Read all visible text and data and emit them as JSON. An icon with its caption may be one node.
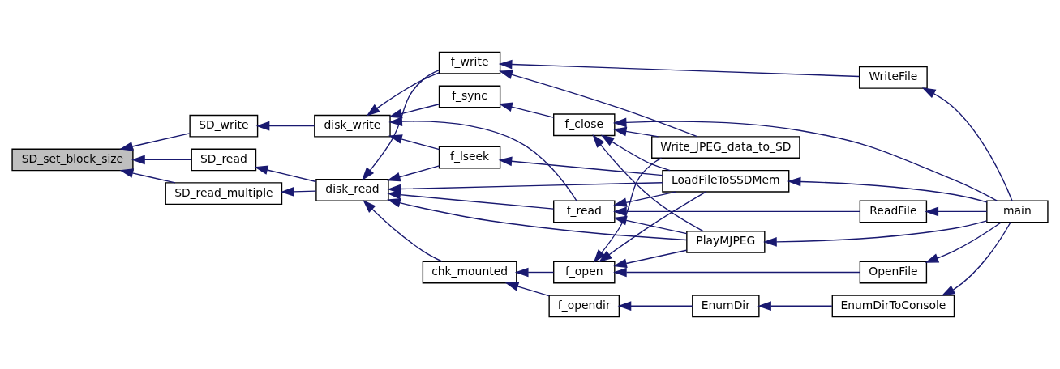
{
  "diagram": {
    "nodes": [
      {
        "text": [
          "SD_set_block_size"
        ]
      },
      {
        "text": [
          "SD_read_multiple"
        ]
      },
      {
        "text": [
          "SD_read"
        ]
      },
      {
        "text": [
          "SD_write"
        ]
      },
      {
        "text": [
          "disk_read"
        ]
      },
      {
        "text": [
          "disk_write"
        ]
      },
      {
        "text": [
          "chk_mounted"
        ]
      },
      {
        "text": [
          "f_lseek"
        ]
      },
      {
        "text": [
          "f_sync"
        ]
      },
      {
        "text": [
          "f_write"
        ]
      },
      {
        "text": [
          "f_opendir"
        ]
      },
      {
        "text": [
          "f_open"
        ]
      },
      {
        "text": [
          "f_read"
        ]
      },
      {
        "text": [
          "f_close"
        ]
      },
      {
        "text": [
          "EnumDir"
        ]
      },
      {
        "text": [
          "PlayMJPEG"
        ]
      },
      {
        "text": [
          "LoadFileToSSDMem"
        ]
      },
      {
        "text": [
          "Write_JPEG_data_to_SD"
        ]
      },
      {
        "text": [
          "EnumDirToConsole"
        ]
      },
      {
        "text": [
          "OpenFile"
        ]
      },
      {
        "text": [
          "ReadFile"
        ]
      },
      {
        "text": [
          "WriteFile"
        ]
      },
      {
        "text": [
          "main"
        ]
      }
    ],
    "edges": [
      {
        "from": 1,
        "to": 0,
        "arrow": "to"
      },
      {
        "from": 2,
        "to": 0,
        "arrow": "to"
      },
      {
        "from": 3,
        "to": 0,
        "arrow": "to"
      },
      {
        "from": 4,
        "to": 1,
        "arrow": "to"
      },
      {
        "from": 4,
        "to": 2,
        "arrow": "to"
      },
      {
        "from": 5,
        "to": 3,
        "arrow": "to"
      },
      {
        "from": 6,
        "to": 4,
        "arrow": "to"
      },
      {
        "from": 7,
        "to": 4,
        "arrow": "to"
      },
      {
        "from": 12,
        "to": 4,
        "arrow": "to"
      },
      {
        "from": 15,
        "to": 4,
        "arrow": "to"
      },
      {
        "from": 16,
        "to": 4,
        "arrow": "to"
      },
      {
        "from": 9,
        "to": 4,
        "arrow": "to"
      },
      {
        "from": 7,
        "to": 5,
        "arrow": "to"
      },
      {
        "from": 12,
        "to": 5,
        "arrow": "to"
      },
      {
        "from": 8,
        "to": 5,
        "arrow": "to"
      },
      {
        "from": 9,
        "to": 5,
        "arrow": "to"
      },
      {
        "from": 11,
        "to": 6,
        "arrow": "to"
      },
      {
        "from": 10,
        "to": 6,
        "arrow": "to"
      },
      {
        "from": 14,
        "to": 10,
        "arrow": "to"
      },
      {
        "from": 18,
        "to": 14,
        "arrow": "to"
      },
      {
        "from": 22,
        "to": 18,
        "arrow": "to"
      },
      {
        "from": 19,
        "to": 11,
        "arrow": "to"
      },
      {
        "from": 15,
        "to": 11,
        "arrow": "to"
      },
      {
        "from": 16,
        "to": 11,
        "arrow": "to"
      },
      {
        "from": 17,
        "to": 11,
        "arrow": "to"
      },
      {
        "from": 22,
        "to": 19,
        "arrow": "to"
      },
      {
        "from": 22,
        "to": 15,
        "arrow": "to"
      },
      {
        "from": 22,
        "to": 16,
        "arrow": "to"
      },
      {
        "from": 16,
        "to": 7,
        "arrow": "to"
      },
      {
        "from": 15,
        "to": 12,
        "arrow": "to"
      },
      {
        "from": 16,
        "to": 12,
        "arrow": "to"
      },
      {
        "from": 20,
        "to": 12,
        "arrow": "to"
      },
      {
        "from": 22,
        "to": 20,
        "arrow": "to"
      },
      {
        "from": 13,
        "to": 8,
        "arrow": "to"
      },
      {
        "from": 15,
        "to": 13,
        "arrow": "to"
      },
      {
        "from": 16,
        "to": 13,
        "arrow": "to"
      },
      {
        "from": 17,
        "to": 13,
        "arrow": "to"
      },
      {
        "from": 22,
        "to": 13,
        "arrow": "to"
      },
      {
        "from": 17,
        "to": 9,
        "arrow": "to"
      },
      {
        "from": 21,
        "to": 9,
        "arrow": "to"
      },
      {
        "from": 22,
        "to": 21,
        "arrow": "to"
      }
    ]
  }
}
